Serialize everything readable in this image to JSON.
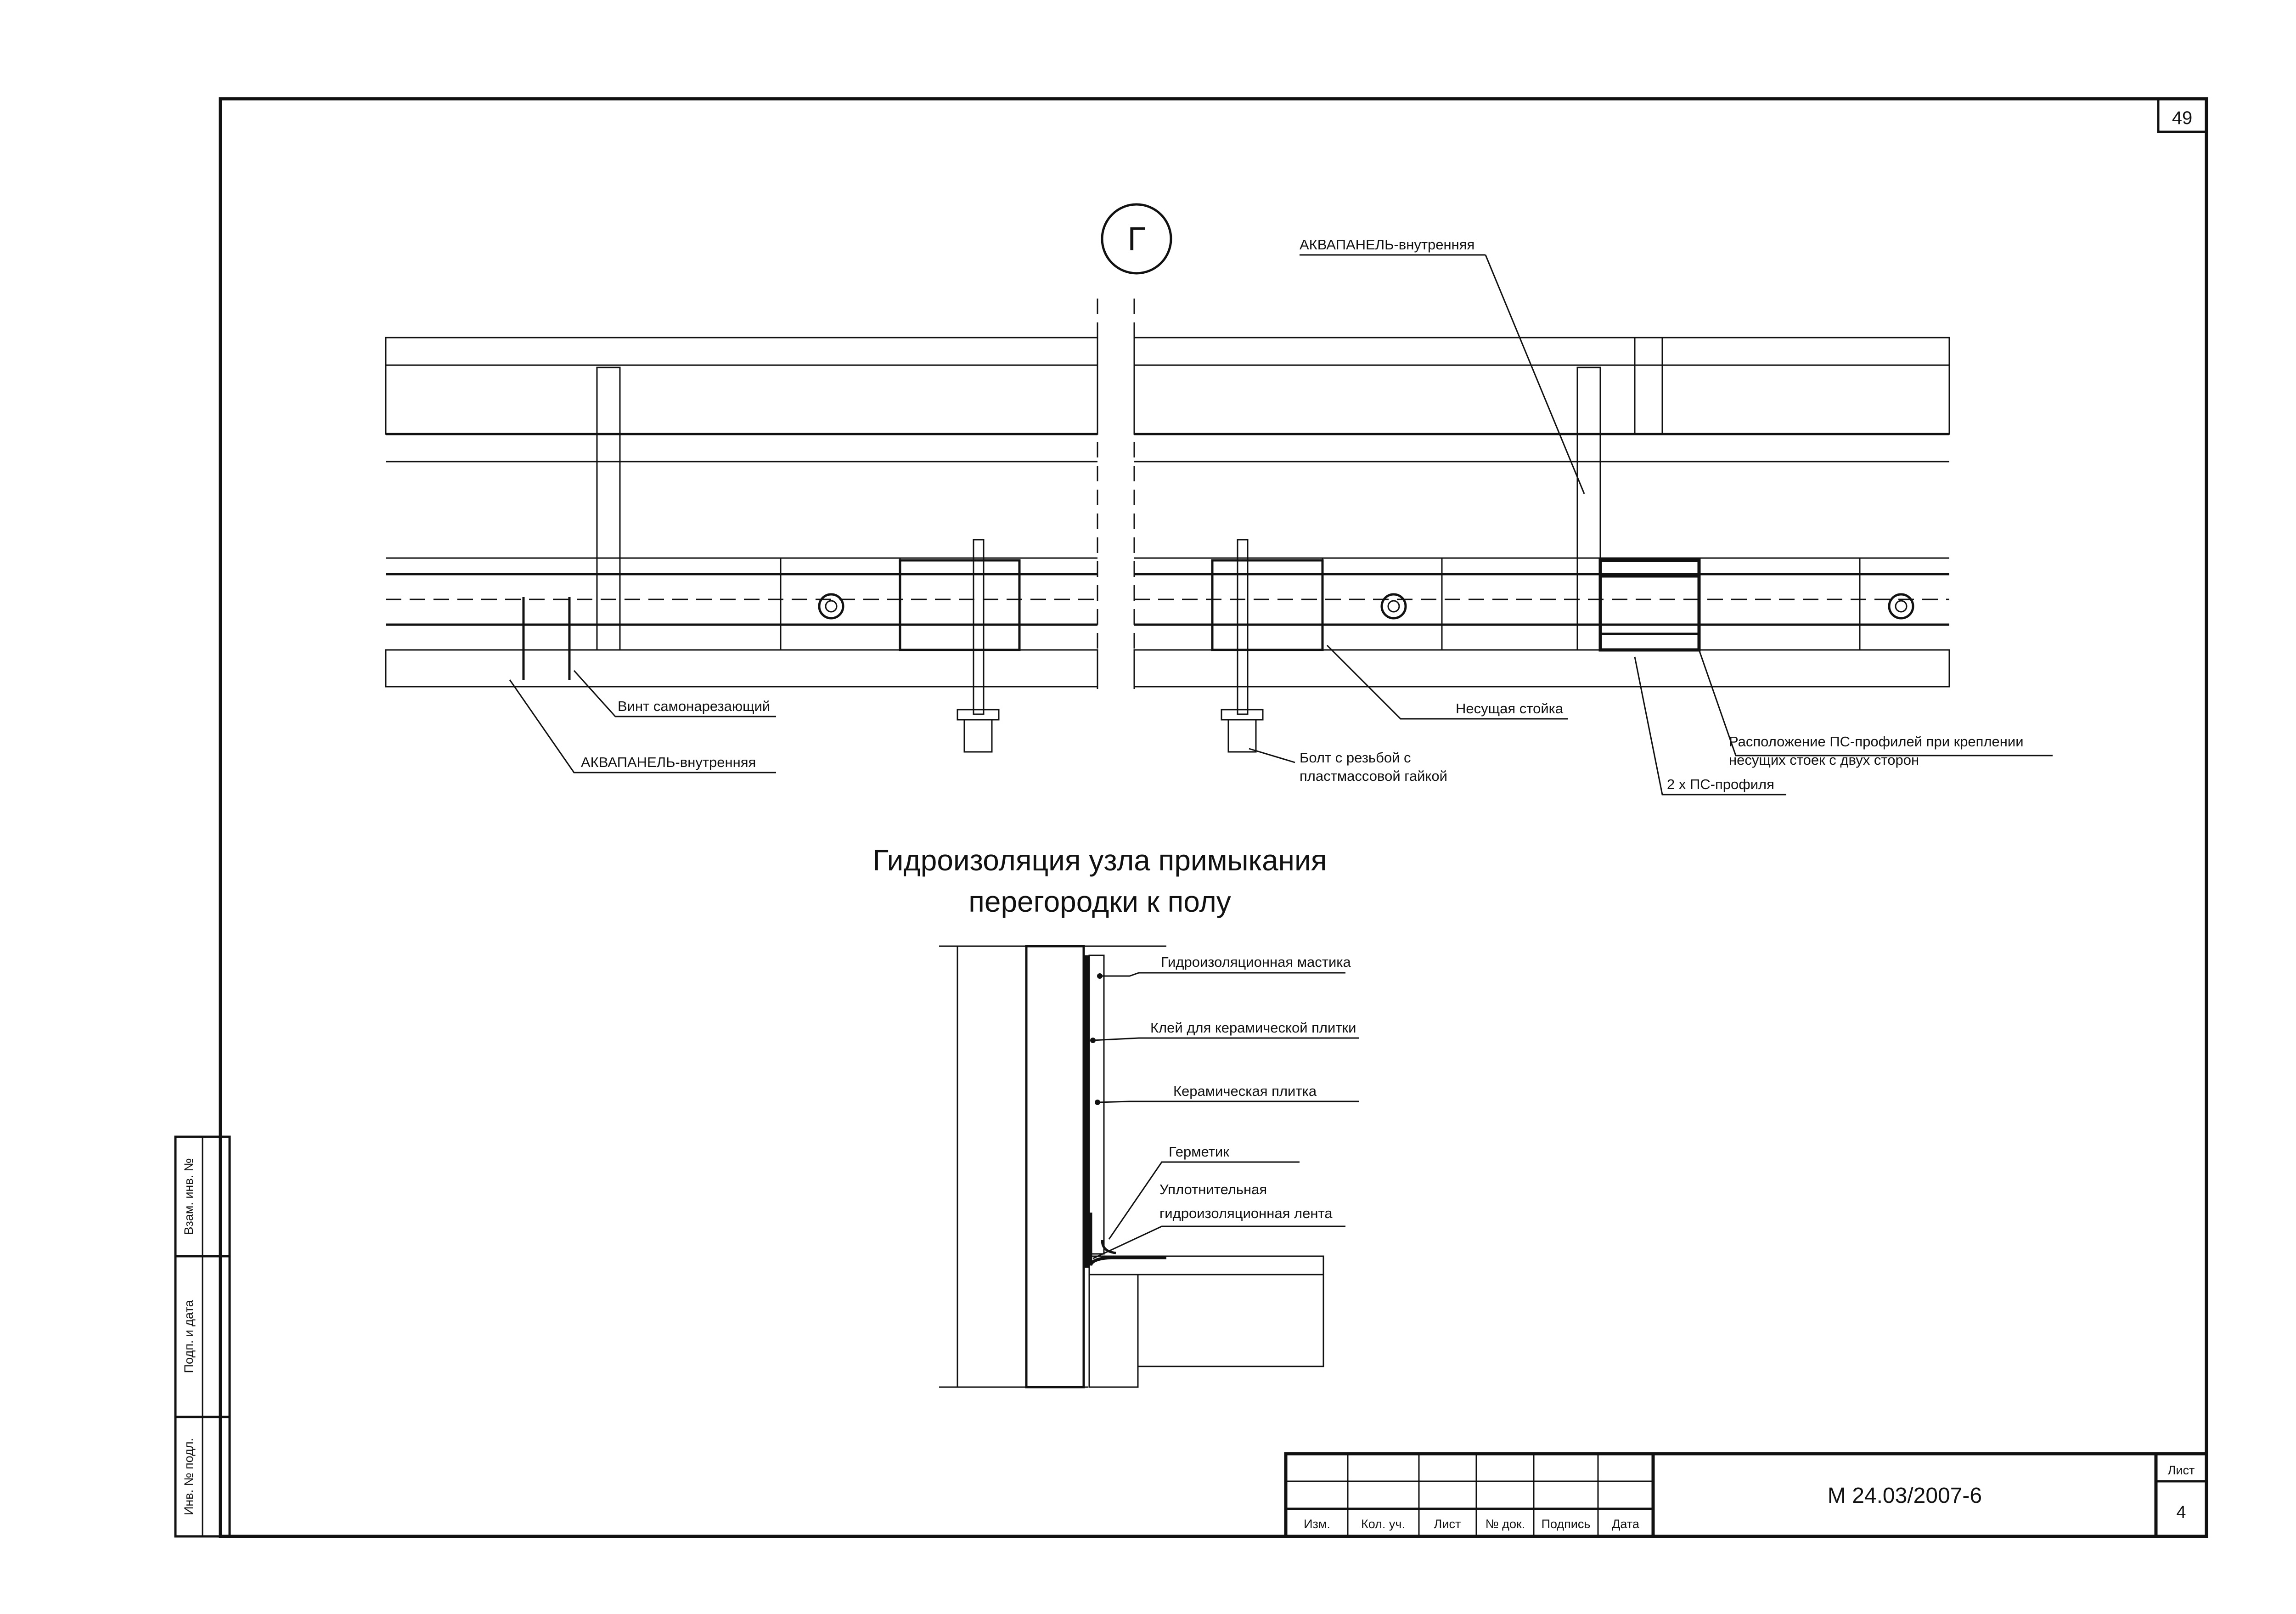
{
  "sheet": {
    "page_number": "49",
    "detail_marker": "Г",
    "drawing_code": "М 24.03/2007-6",
    "sheet_label": "Лист",
    "sheet_number": "4"
  },
  "left_stamp": {
    "field_1": "Взам. инв. №",
    "field_2": "Подп. и дата",
    "field_3": "Инв. № подл."
  },
  "title_block": {
    "columns": [
      "Изм.",
      "Кол. уч.",
      "Лист",
      "№ док.",
      "Подпись",
      "Дата"
    ]
  },
  "section_left": {
    "labels": {
      "screw": "Винт самонарезающий",
      "panel": "АКВАПАНЕЛЬ-внутренняя"
    }
  },
  "section_right": {
    "labels": {
      "panel_top": "АКВАПАНЕЛЬ-внутренняя",
      "stud": "Несущая стойка",
      "bolt_line1": "Болт с резьбой с",
      "bolt_line2": "пластмассовой гайкой",
      "profiles": "2 х ПС-профиля",
      "note_line1": "Расположение ПС-профилей при креплении",
      "note_line2": "несущих стоек с двух сторон"
    }
  },
  "detail": {
    "title_line1": "Гидроизоляция узла примыкания",
    "title_line2": "перегородки к полу",
    "labels": {
      "mastic": "Гидроизоляционная мастика",
      "glue": "Клей для керамической плитки",
      "tile": "Керамическая плитка",
      "sealant": "Герметик",
      "tape_line1": "Уплотнительная",
      "tape_line2": "гидроизоляционная лента"
    }
  }
}
